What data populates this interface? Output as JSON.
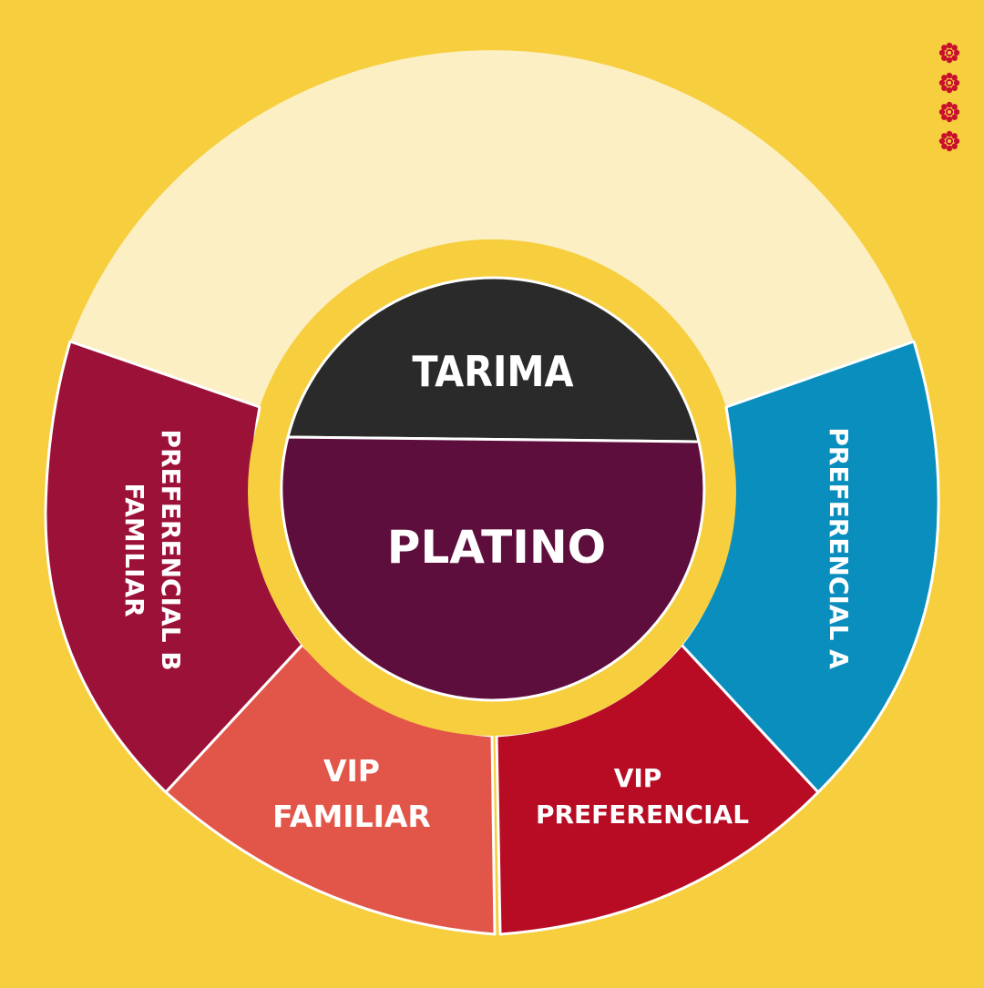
{
  "colors": {
    "background": "#F6CE3E",
    "outer_top": "#FCEFC3",
    "preferencial_b_familiar": "#9C1138",
    "vip_familiar": "#E2564A",
    "vip_preferencial": "#B80C24",
    "preferencial_a": "#0A8EBE",
    "tarima": "#2A2A2A",
    "platino": "#5E0E3C",
    "text": "#FFFFFF"
  },
  "sections": {
    "tarima": "TARIMA",
    "platino": "PLATINO",
    "preferencial_b_line1": "PREFERENCIAL B",
    "preferencial_b_line2": "FAMILIAR",
    "preferencial_a": "PREFERENCIAL A",
    "vip_familiar_line1": "VIP",
    "vip_familiar_line2": "FAMILIAR",
    "vip_preferencial_line1": "VIP",
    "vip_preferencial_line2": "PREFERENCIAL"
  },
  "decoration": {
    "icon": "flower-icon",
    "count": 4,
    "color": "#C8102E"
  }
}
